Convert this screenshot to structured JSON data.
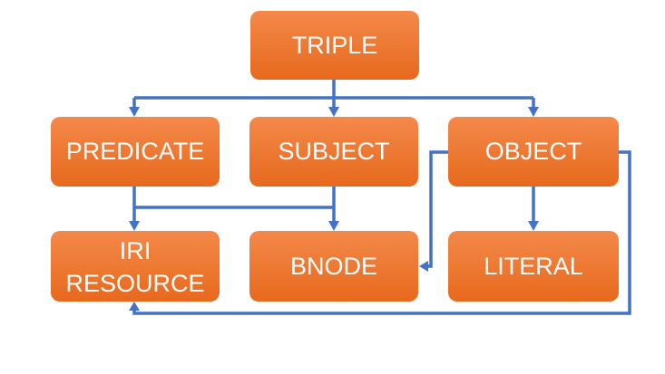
{
  "diagram": {
    "nodes": {
      "triple": {
        "label": "TRIPLE"
      },
      "predicate": {
        "label": "PREDICATE"
      },
      "subject": {
        "label": "SUBJECT"
      },
      "object": {
        "label": "OBJECT"
      },
      "iri_resource": {
        "label_line1": "IRI",
        "label_line2": "RESOURCE"
      },
      "bnode": {
        "label": "BNODE"
      },
      "literal": {
        "label": "LITERAL"
      }
    },
    "edges": [
      {
        "from": "TRIPLE",
        "to": "PREDICATE"
      },
      {
        "from": "TRIPLE",
        "to": "SUBJECT"
      },
      {
        "from": "TRIPLE",
        "to": "OBJECT"
      },
      {
        "from": "PREDICATE",
        "to": "IRI RESOURCE"
      },
      {
        "from": "SUBJECT",
        "to": "IRI RESOURCE"
      },
      {
        "from": "SUBJECT",
        "to": "BNODE"
      },
      {
        "from": "OBJECT",
        "to": "BNODE"
      },
      {
        "from": "OBJECT",
        "to": "LITERAL"
      },
      {
        "from": "OBJECT",
        "to": "IRI RESOURCE"
      }
    ],
    "colors": {
      "node_fill_top": "#f4894a",
      "node_fill_bottom": "#e7691d",
      "node_text": "#ffffff",
      "connector": "#4472c4"
    }
  }
}
